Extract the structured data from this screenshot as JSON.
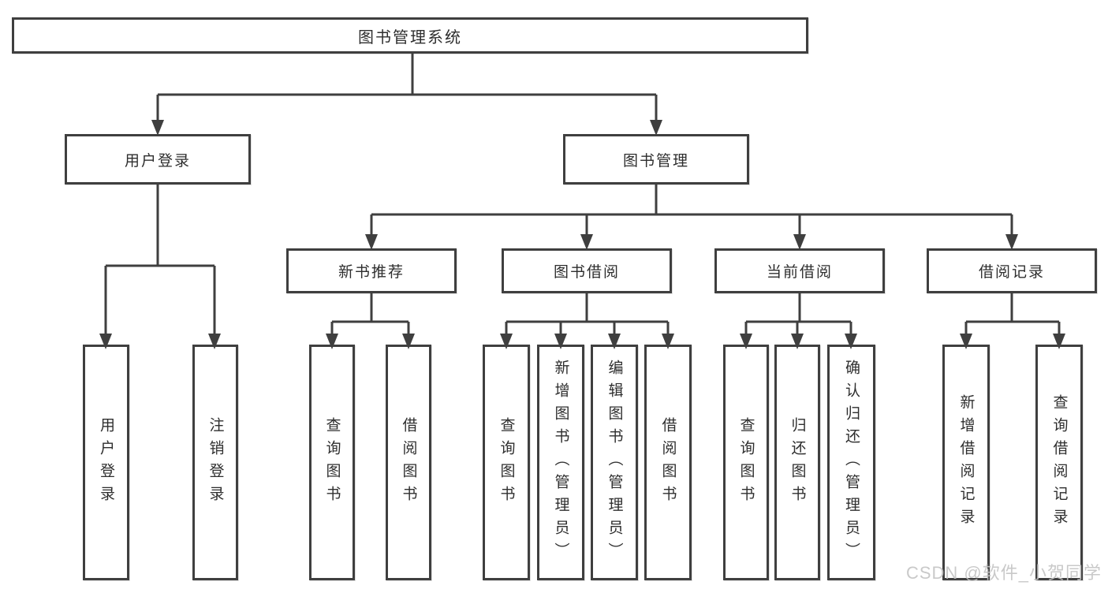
{
  "diagram": {
    "root": {
      "label": "图书管理系统"
    },
    "login": {
      "label": "用户登录",
      "children": [
        {
          "label": "用户登录"
        },
        {
          "label": "注销登录"
        }
      ]
    },
    "management": {
      "label": "图书管理",
      "children": [
        {
          "label": "新书推荐",
          "children": [
            {
              "label": "查询图书"
            },
            {
              "label": "借阅图书"
            }
          ]
        },
        {
          "label": "图书借阅",
          "children": [
            {
              "label": "查询图书"
            },
            {
              "label": "新增图书（管理员）"
            },
            {
              "label": "编辑图书（管理员）"
            },
            {
              "label": "借阅图书"
            }
          ]
        },
        {
          "label": "当前借阅",
          "children": [
            {
              "label": "查询图书"
            },
            {
              "label": "归还图书"
            },
            {
              "label": "确认归还（管理员）"
            }
          ]
        },
        {
          "label": "借阅记录",
          "children": [
            {
              "label": "新增借阅记录"
            },
            {
              "label": "查询借阅记录"
            }
          ]
        }
      ]
    },
    "watermark": "CSDN @软件_小贺同学",
    "colors": {
      "line": "#3f3f3f",
      "box_border": "#3f3f3f",
      "box_fill": "#ffffff",
      "text": "#2e2e2e",
      "watermark": "#c4c4c4"
    }
  }
}
